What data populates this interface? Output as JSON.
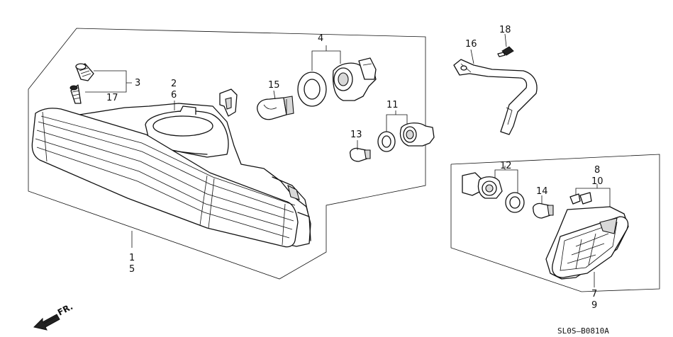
{
  "parts": {
    "p1": "1",
    "p2": "2",
    "p3": "3",
    "p4": "4",
    "p5": "5",
    "p6": "6",
    "p7": "7",
    "p8": "8",
    "p9": "9",
    "p10": "10",
    "p11": "11",
    "p12": "12",
    "p13": "13",
    "p14": "14",
    "p15": "15",
    "p16": "16",
    "p17": "17",
    "p18": "18"
  },
  "direction": "FR.",
  "code": "SL0S—B0810A"
}
